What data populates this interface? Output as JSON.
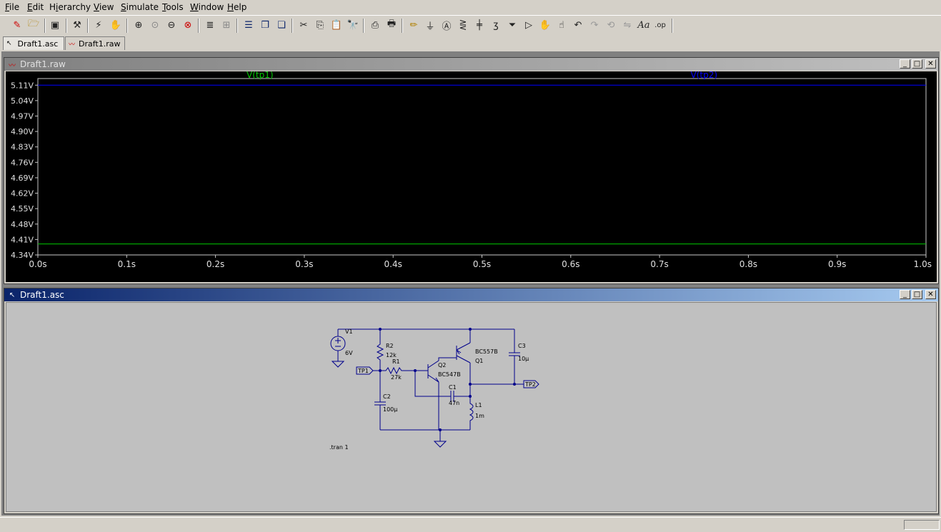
{
  "menu": {
    "items": [
      {
        "u": "F",
        "rest": "ile"
      },
      {
        "u": "E",
        "rest": "dit"
      },
      {
        "pre": "H",
        "u": "i",
        "rest": "erarchy"
      },
      {
        "u": "V",
        "rest": "iew"
      },
      {
        "u": "S",
        "rest": "imulate"
      },
      {
        "u": "T",
        "rest": "ools"
      },
      {
        "u": "W",
        "rest": "indow"
      },
      {
        "u": "H",
        "rest": "elp"
      }
    ]
  },
  "tabs": [
    {
      "label": "Draft1.asc"
    },
    {
      "label": "Draft1.raw"
    }
  ],
  "waveform": {
    "title": "Draft1.raw",
    "chart_data": {
      "type": "line",
      "xlim": [
        0.0,
        1.0
      ],
      "ylim": [
        4.34,
        5.14
      ],
      "x_ticks": [
        "0.0s",
        "0.1s",
        "0.2s",
        "0.3s",
        "0.4s",
        "0.5s",
        "0.6s",
        "0.7s",
        "0.8s",
        "0.9s",
        "1.0s"
      ],
      "y_ticks": [
        "5.11V",
        "5.04V",
        "4.97V",
        "4.90V",
        "4.83V",
        "4.76V",
        "4.69V",
        "4.62V",
        "4.55V",
        "4.48V",
        "4.41V",
        "4.34V"
      ],
      "series": [
        {
          "name": "V(tp1)",
          "color": "#00c800",
          "x": [
            0.0,
            1.0
          ],
          "values": [
            4.39,
            4.39
          ]
        },
        {
          "name": "V(tp2)",
          "color": "#0000ff",
          "x": [
            0.0,
            1.0
          ],
          "values": [
            5.11,
            5.11
          ]
        }
      ],
      "background": "#000000",
      "grid": false
    }
  },
  "schematic": {
    "title": "Draft1.asc",
    "labels": {
      "v1": "V1",
      "v1_val": "6V",
      "r2": "R2",
      "r2_val": "12k",
      "r1": "R1",
      "r1_val": "27k",
      "q2": "Q2",
      "q2_model": "BC547B",
      "q1": "Q1",
      "q1_model": "BC557B",
      "c3": "C3",
      "c3_val": "10µ",
      "c1": "C1",
      "c1_val": "47n",
      "c2": "C2",
      "c2_val": "100µ",
      "l1": "L1",
      "l1_val": "1m",
      "tp1": "TP1",
      "tp2": "TP2",
      "directive": ".tran 1"
    },
    "wire_color": "#00008b"
  },
  "colors": {
    "accent_title": "#0a246a",
    "chrome": "#d4d0c8"
  }
}
